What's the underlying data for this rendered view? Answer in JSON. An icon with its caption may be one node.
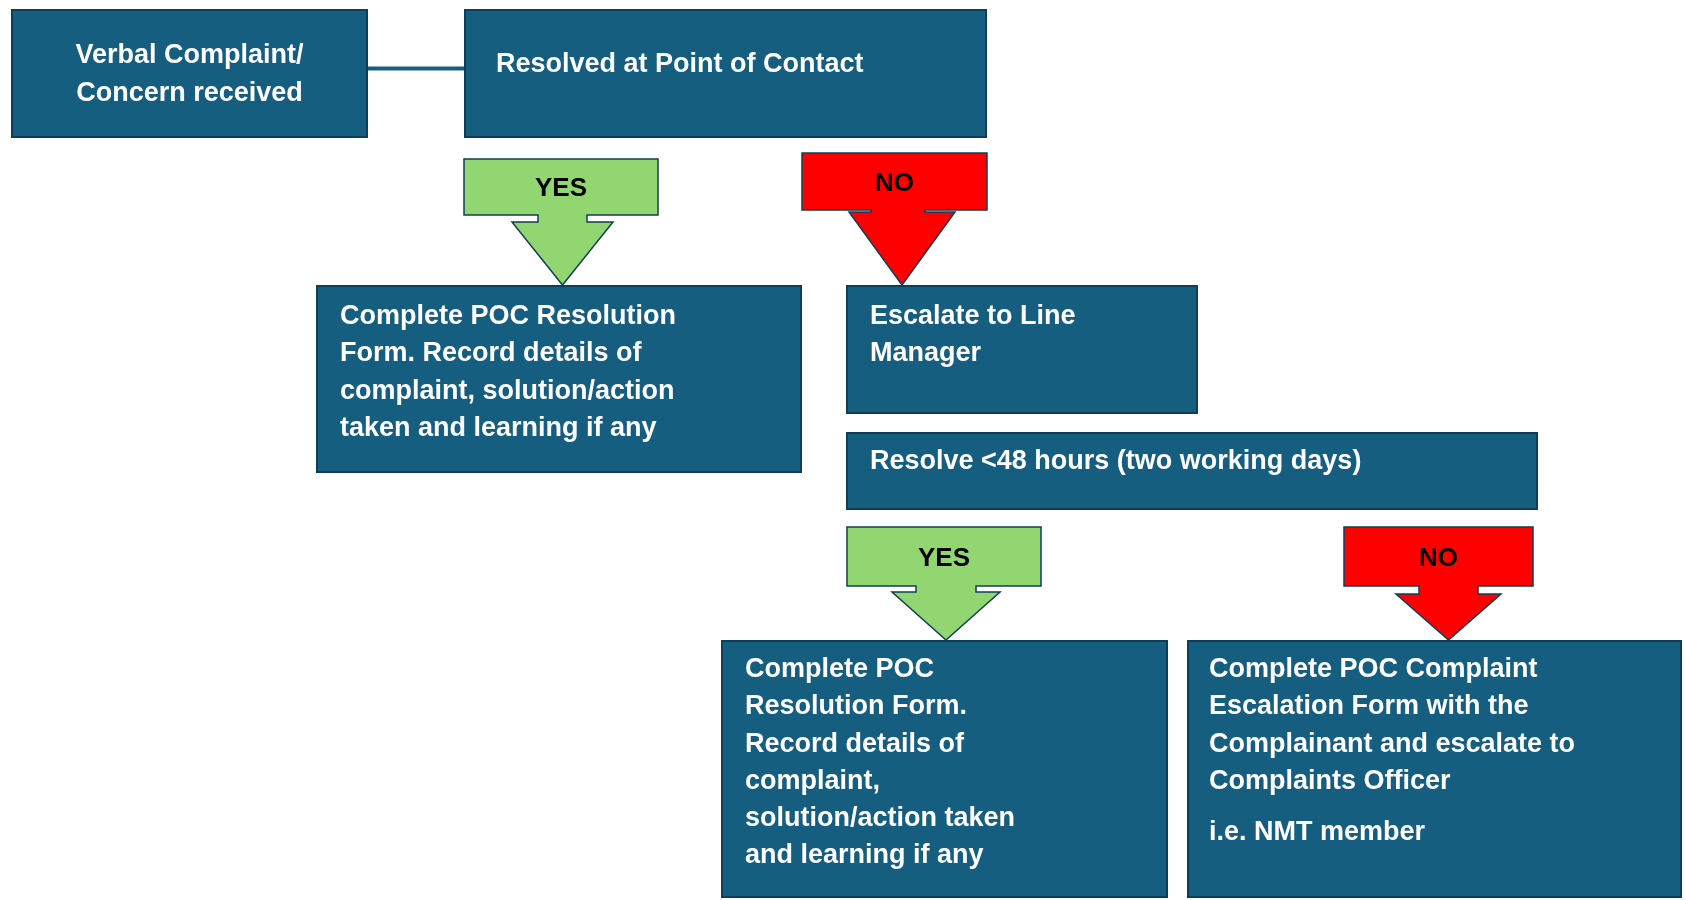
{
  "diagram": {
    "nodes": [
      {
        "text": [
          "Verbal Complaint/ Concern received"
        ]
      },
      {
        "text": [
          "Resolved at Point of Contact"
        ]
      },
      {
        "text": [
          "Complete POC Resolution Form. Record details of complaint, solution/action taken and learning if any"
        ]
      },
      {
        "text": [
          "Escalate to Line Manager"
        ]
      },
      {
        "text": [
          "Resolve <48 hours (two working days)"
        ]
      },
      {
        "text": [
          "Complete POC Resolution Form. Record details of complaint, solution/action taken and learning if any"
        ]
      },
      {
        "text": [
          "Complete POC Complaint Escalation Form with the Complainant and escalate to Complaints Officer",
          "i.e. NMT member"
        ]
      }
    ],
    "edges": [
      {
        "from": 0,
        "to": 1,
        "arrow": "none"
      },
      {
        "from": 1,
        "to": 2,
        "arrow": "to",
        "label": "YES",
        "color": "#92d672"
      },
      {
        "from": 1,
        "to": 3,
        "arrow": "to",
        "label": "NO",
        "color": "#ff0000"
      },
      {
        "from": 4,
        "to": 5,
        "arrow": "to",
        "label": "YES",
        "color": "#92d672"
      },
      {
        "from": 4,
        "to": 6,
        "arrow": "to",
        "label": "NO",
        "color": "#ff0000"
      }
    ]
  }
}
